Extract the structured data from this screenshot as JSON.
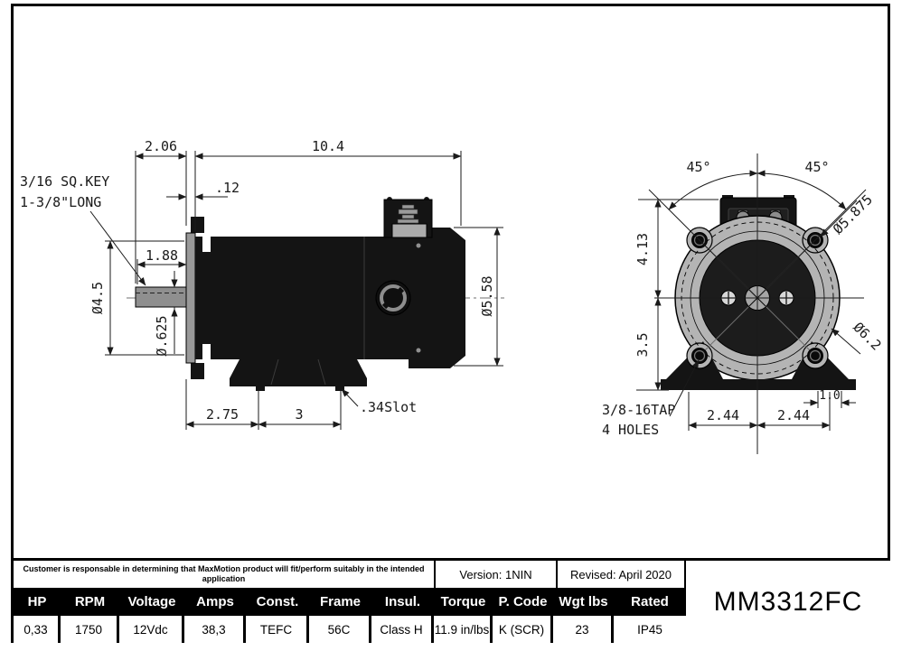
{
  "drawing": {
    "side": {
      "note_key_1": "3/16 SQ.KEY",
      "note_key_2": "1-3/8\"LONG",
      "dim_shaft_total": "2.06",
      "dim_body_length": "10.4",
      "dim_flange_thk": ".12",
      "dim_key_len": "1.88",
      "dim_flange_dia": "Ø4.5",
      "dim_shaft_dia": "Ø.625",
      "dim_foot_front": "2.75",
      "dim_foot_span": "3",
      "dim_slot": ".34Slot",
      "dim_body_dia": "Ø5.58"
    },
    "front": {
      "angle_left": "45°",
      "angle_right": "45°",
      "dim_top_to_center": "4.13",
      "dim_center_to_base": "3.5",
      "dim_bolt_circle": "Ø5.875",
      "dim_flange_od": "Ø6.2",
      "dim_foot_left": "2.44",
      "dim_foot_right": "2.44",
      "dim_pad": "1.0",
      "note_tap_1": "3/8-16TAP",
      "note_tap_2": "4 HOLES"
    }
  },
  "table": {
    "disclaimer": "Customer is responsable in determining that MaxMotion product will fit/perform suitably in the intended application",
    "version": "Version: 1NIN",
    "revised": "Revised: April 2020",
    "model": "MM3312FC",
    "columns": [
      {
        "label": "HP",
        "value": "0,33"
      },
      {
        "label": "RPM",
        "value": "1750"
      },
      {
        "label": "Voltage",
        "value": "12Vdc"
      },
      {
        "label": "Amps",
        "value": "38,3"
      },
      {
        "label": "Const.",
        "value": "TEFC"
      },
      {
        "label": "Frame",
        "value": "56C"
      },
      {
        "label": "Insul.",
        "value": "Class H"
      },
      {
        "label": "Torque",
        "value": "11.9 in/lbs"
      },
      {
        "label": "P. Code",
        "value": "K (SCR)"
      },
      {
        "label": "Wgt lbs",
        "value": "23"
      },
      {
        "label": "Rated",
        "value": "IP45"
      }
    ]
  },
  "colors": {
    "ink": "#1a1a1a",
    "motor_fill": "#141414",
    "flange_gray": "#b4b4b4",
    "shaft_gray": "#8f8f8f"
  }
}
